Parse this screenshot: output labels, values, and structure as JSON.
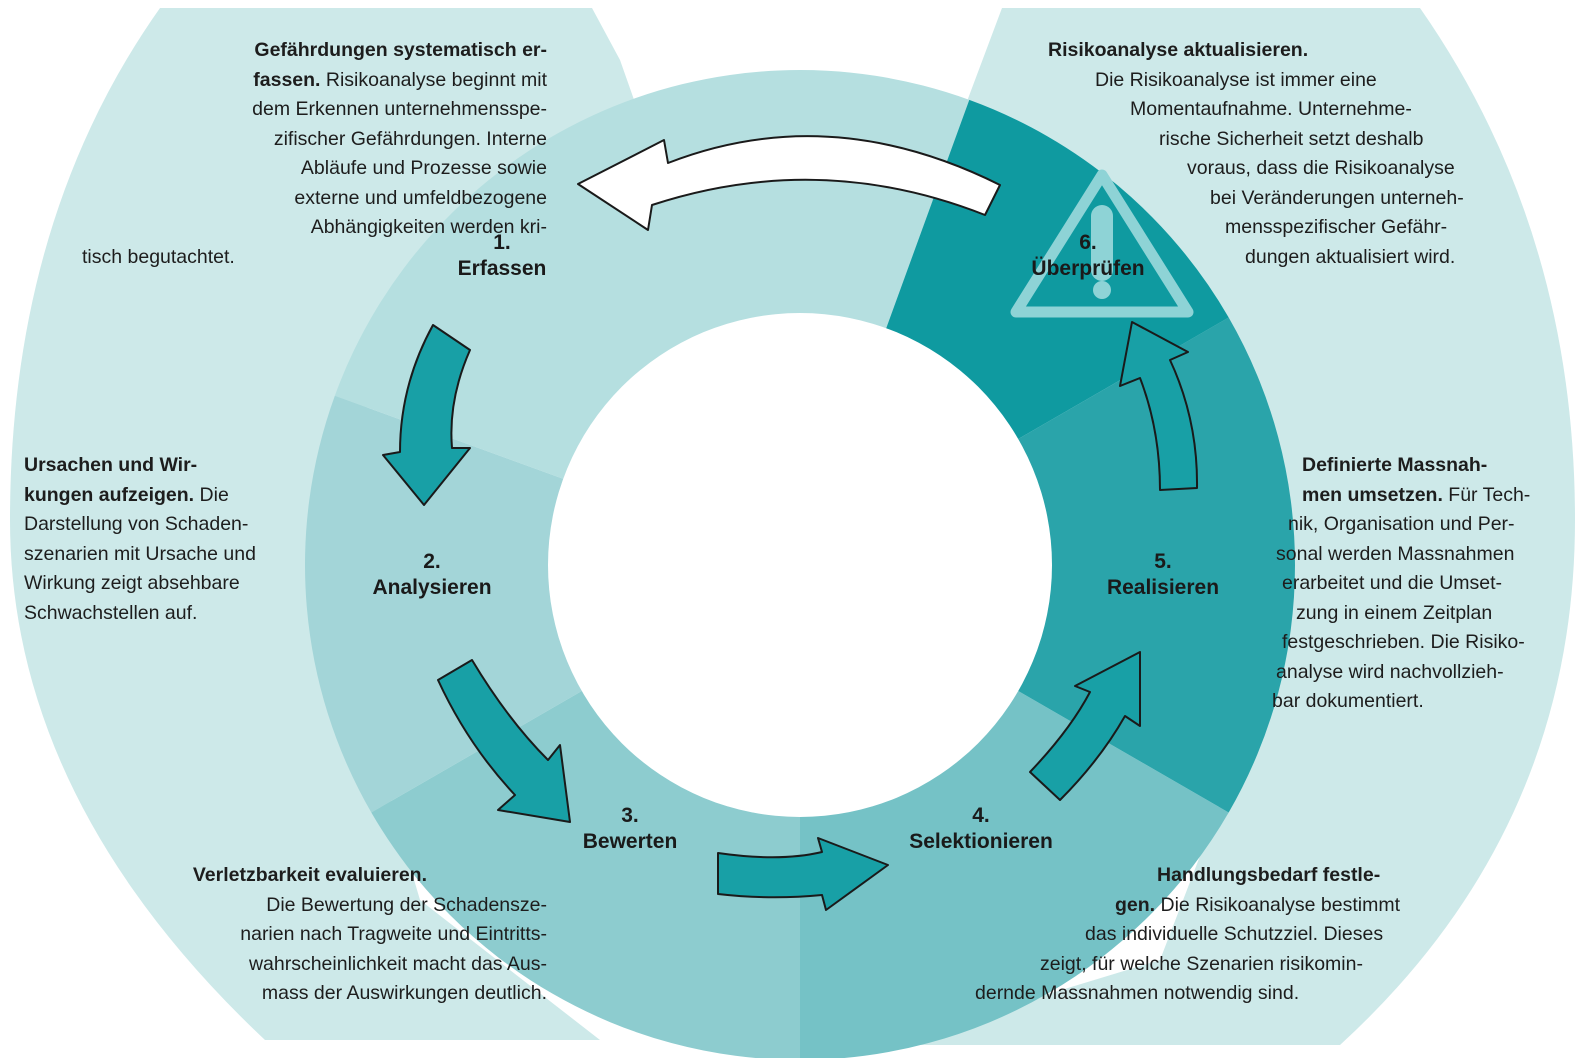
{
  "colors": {
    "outer_ring": "#cde9e9",
    "seg1": "#b5dfe0",
    "seg2": "#a3d5d8",
    "seg3": "#8dcccf",
    "seg4": "#75c2c6",
    "seg5": "#2aa4aa",
    "seg6": "#0f9aa0",
    "arrow_fill": "#18a0a6",
    "arrow_stroke": "#1a1a1a"
  },
  "steps": [
    {
      "num": "1.",
      "label": "Erfassen"
    },
    {
      "num": "2.",
      "label": "Analysieren"
    },
    {
      "num": "3.",
      "label": "Bewerten"
    },
    {
      "num": "4.",
      "label": "Selektionieren"
    },
    {
      "num": "5.",
      "label": "Realisieren"
    },
    {
      "num": "6.",
      "label": "Überprüfen"
    }
  ],
  "warning_icon": "warning-triangle-icon",
  "descriptions": {
    "erfassen": {
      "bold": [
        "Gefährdungen systematisch er-",
        "fassen."
      ],
      "text": [
        "Risikoanalyse beginnt mit",
        "dem Erkennen unternehmensspe-",
        "zifischer Gefährdungen. Interne",
        "Abläufe und Prozesse sowie",
        "externe und umfeldbezogene",
        "Abhängigkeiten werden kri-",
        "tisch begutachtet."
      ]
    },
    "analysieren": {
      "bold": [
        "Ursachen und Wir-",
        "kungen aufzeigen."
      ],
      "text": [
        "Die",
        "Darstellung von Schaden-",
        "szenarien mit Ursache und",
        "Wirkung zeigt absehbare",
        "Schwachstellen auf."
      ]
    },
    "bewerten": {
      "bold": [
        "Verletzbarkeit evaluieren."
      ],
      "text": [
        "Die Bewertung der Schadensze-",
        "narien nach Tragweite und Eintritts-",
        "wahrscheinlichkeit macht das Aus-",
        "mass der Auswirkungen deutlich."
      ]
    },
    "selektionieren": {
      "bold": [
        "Handlungsbedarf festle-",
        "gen."
      ],
      "text": [
        "Die Risikoanalyse bestimmt",
        "das individuelle Schutzziel. Dieses",
        "zeigt, für welche Szenarien risikomin-",
        "dernde Massnahmen notwendig sind."
      ]
    },
    "realisieren": {
      "bold": [
        "Definierte Massnah-",
        "men umsetzen."
      ],
      "text": [
        "Für Tech-",
        "nik, Organisation und Per-",
        "sonal werden Massnahmen",
        "erarbeitet und die Umset-",
        "zung in einem Zeitplan",
        "festgeschrieben. Die Risiko-",
        "analyse wird nachvollzieh-",
        "bar dokumentiert."
      ]
    },
    "ueberpruefen": {
      "bold": [
        "Risikoanalyse aktualisieren."
      ],
      "text": [
        "Die Risikoanalyse ist immer eine",
        "Momentaufnahme. Unternehme-",
        "rische Sicherheit setzt deshalb",
        "voraus, dass die Risikoanalyse",
        "bei Veränderungen unterneh-",
        "mensspezifischer Gefähr-",
        "dungen aktualisiert wird."
      ]
    }
  }
}
